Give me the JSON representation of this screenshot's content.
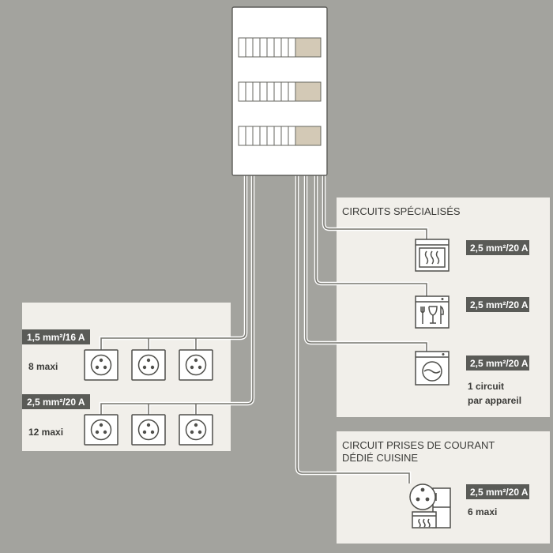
{
  "panel_box": {
    "rows": 3,
    "breakers_per_row": 8
  },
  "left_group": {
    "circuit_1": {
      "spec": "1,5 mm²/16 A",
      "limit": "8 maxi",
      "sockets": 3
    },
    "circuit_2": {
      "spec": "2,5 mm²/20 A",
      "limit": "12 maxi",
      "sockets": 3
    }
  },
  "specialized": {
    "title": "CIRCUITS SPÉCIALISÉS",
    "items": [
      {
        "icon": "oven-icon",
        "spec": "2,5 mm²/20 A"
      },
      {
        "icon": "dishwasher-icon",
        "spec": "2,5 mm²/20 A"
      },
      {
        "icon": "washing-machine-icon",
        "spec": "2,5 mm²/20 A"
      }
    ],
    "note_line1": "1 circuit",
    "note_line2": "par appareil"
  },
  "kitchen": {
    "title_line1": "CIRCUIT PRISES DE COURANT",
    "title_line2": "DÉDIÉ CUISINE",
    "spec": "2,5 mm²/20 A",
    "limit": "6 maxi"
  },
  "colors": {
    "background": "#a3a39e",
    "panel": "#f1efea",
    "tag": "#5a5b57",
    "main_breaker": "#d3c9b6"
  }
}
